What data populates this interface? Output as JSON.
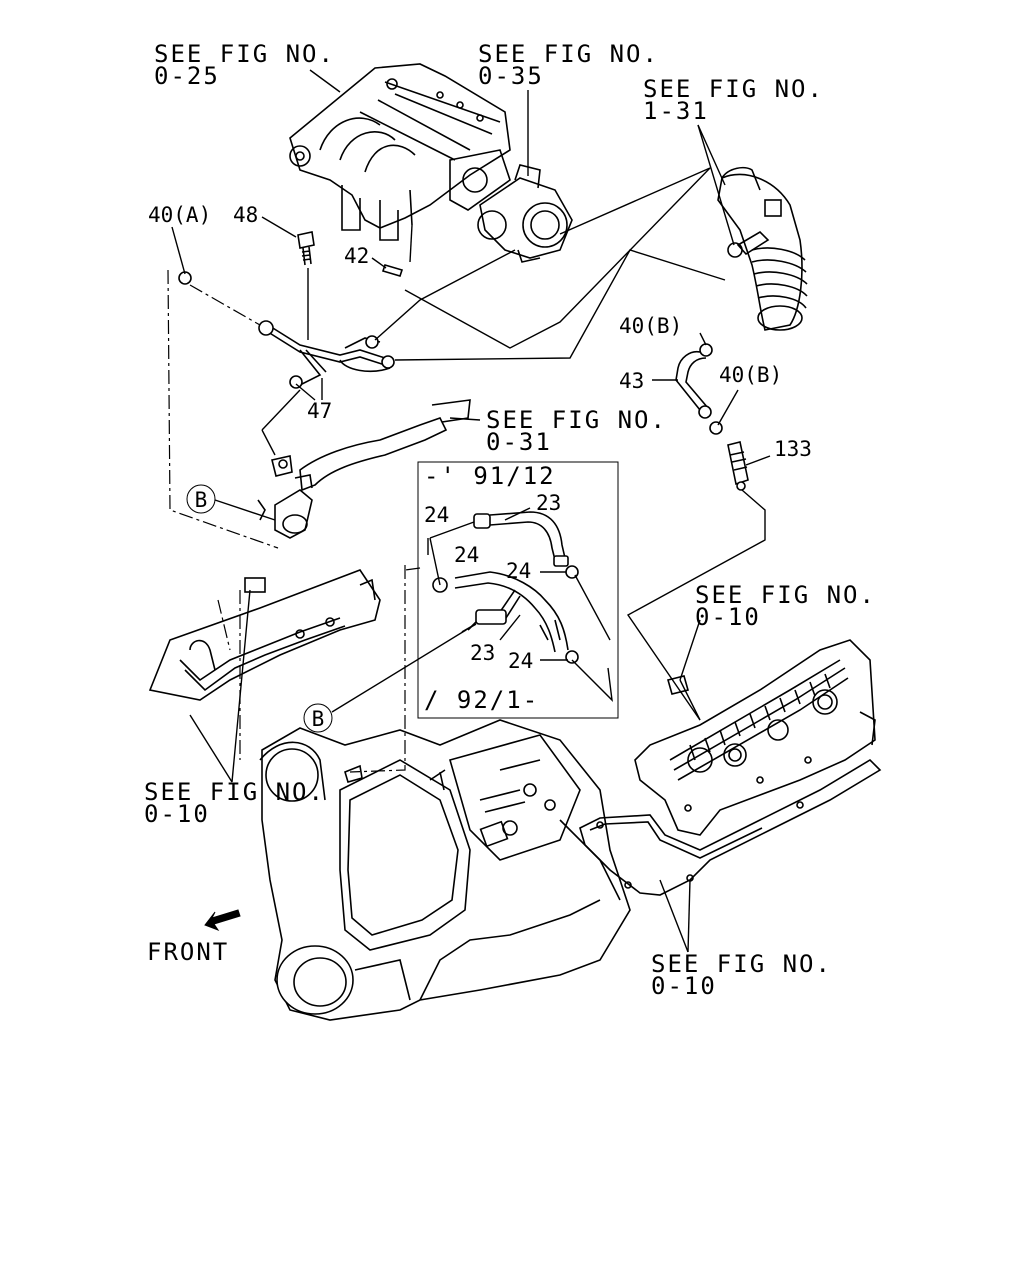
{
  "refs": {
    "intake_manifold_ref": [
      "SEE FIG NO.",
      "0-25"
    ],
    "throttle_body_ref": [
      "SEE FIG NO.",
      "0-35"
    ],
    "air_duct_ref": [
      "SEE FIG NO.",
      "1-31"
    ],
    "water_pipe_ref": [
      "SEE FIG NO.",
      "0-31"
    ],
    "right_cover_ref": [
      "SEE FIG NO.",
      "0-10"
    ],
    "left_cover_ref": [
      "SEE FIG NO.",
      "0-10"
    ],
    "gasket_ref": [
      "SEE FIG NO.",
      "0-10"
    ]
  },
  "callouts": {
    "clip_40a": "40(A)",
    "bolt_48": "48",
    "pin_42": "42",
    "hose_47": "47",
    "clip_40b_top": "40(B)",
    "hose_43": "43",
    "clip_40b_bottom": "40(B)",
    "valve_133": "133",
    "hose_23_top": "23",
    "clamp_24_a": "24",
    "clamp_24_b": "24",
    "clamp_24_c": "24",
    "hose_23_bottom": "23",
    "clamp_24_d": "24"
  },
  "inset": {
    "start_label": "-' 91/12",
    "end_label": "/ 92/1-"
  },
  "connectors": {
    "b_top": "B",
    "b_bottom": "B"
  },
  "front_label": "FRONT"
}
